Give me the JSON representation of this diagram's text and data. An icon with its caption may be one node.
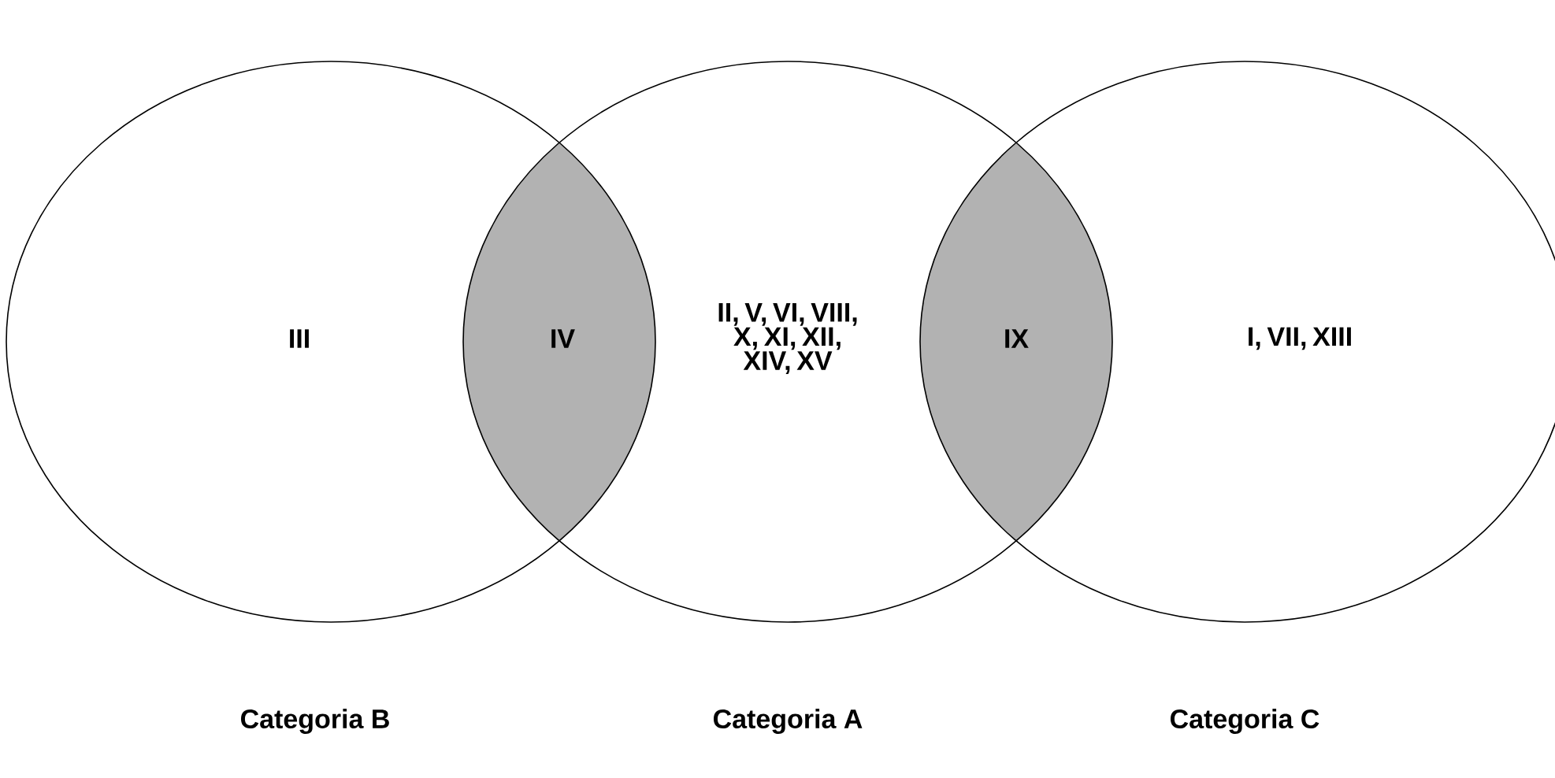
{
  "diagram": {
    "nodes": [
      {
        "text": [
          "III"
        ],
        "beside": [
          "Categoria B"
        ]
      },
      {
        "text": [
          "IV"
        ]
      },
      {
        "text": [
          "II, V, VI, VIII, X, XI, XII, XIV, XV"
        ],
        "beside": [
          "Categoria A"
        ]
      },
      {
        "text": [
          "IX"
        ]
      },
      {
        "text": [
          "I, VII, XIII"
        ],
        "beside": [
          "Categoria C"
        ]
      }
    ]
  }
}
